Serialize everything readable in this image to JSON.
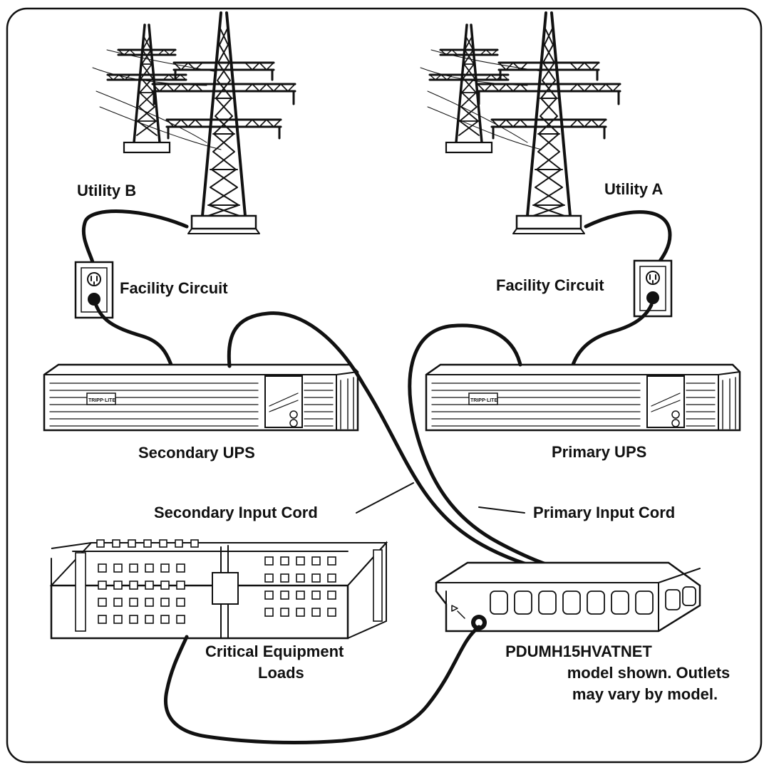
{
  "labels": {
    "utility_b": "Utility B",
    "utility_a": "Utility A",
    "facility_circuit_left": "Facility Circuit",
    "facility_circuit_right": "Facility Circuit",
    "secondary_ups": "Secondary UPS",
    "primary_ups": "Primary UPS",
    "secondary_input_cord": "Secondary Input Cord",
    "primary_input_cord": "Primary Input Cord",
    "critical_loads_line1": "Critical Equipment",
    "critical_loads_line2": "Loads",
    "pdu_note_line1": "PDUMH15HVATNET",
    "pdu_note_line2": "model shown. Outlets",
    "pdu_note_line3": "may vary by model."
  },
  "ups_logo": "TRIPP·LITE",
  "colors": {
    "ink": "#111111",
    "paper": "#ffffff"
  }
}
